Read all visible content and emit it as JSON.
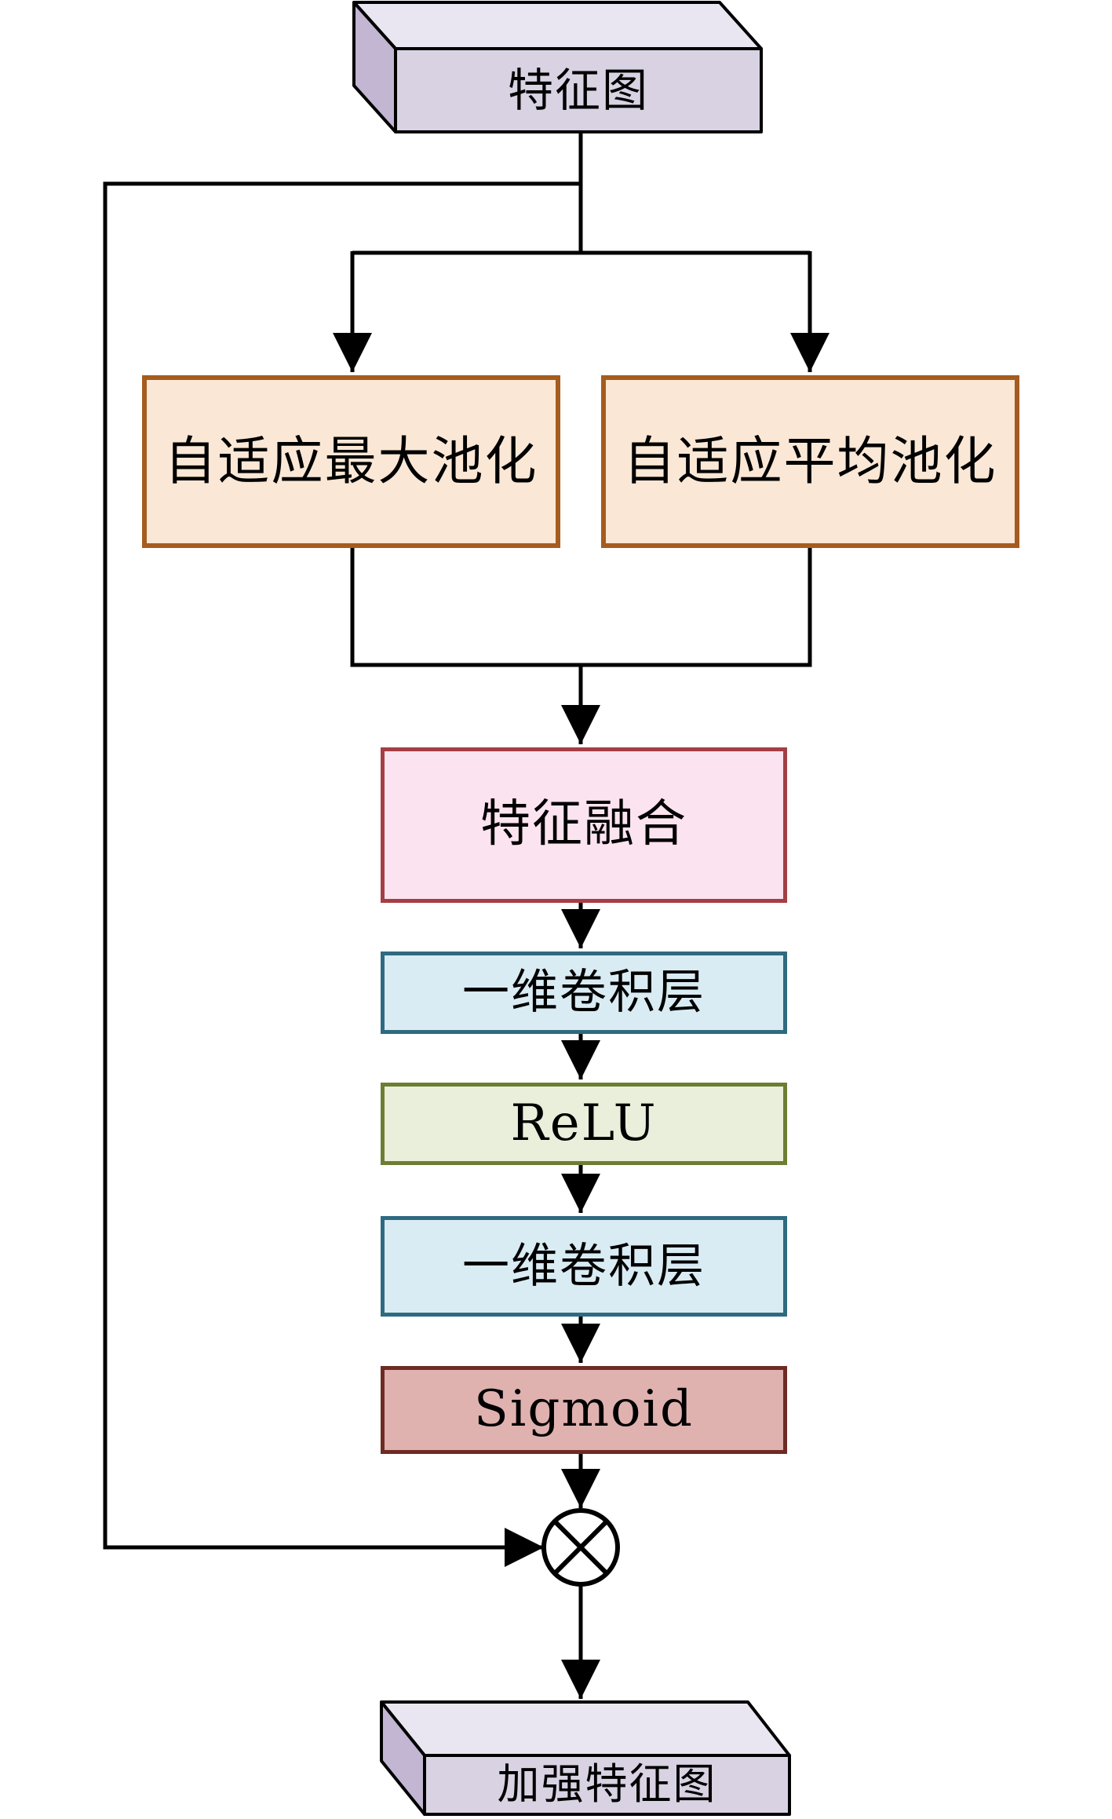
{
  "figure": {
    "type": "flowchart",
    "nodes": {
      "feature_map": "特征图",
      "adaptive_max_pool": "自适应最大池化",
      "adaptive_avg_pool": "自适应平均池化",
      "feature_fusion": "特征融合",
      "conv1d_first": "一维卷积层",
      "relu": "ReLU",
      "conv1d_second": "一维卷积层",
      "sigmoid": "Sigmoid",
      "enhanced_feature_map": "加强特征图"
    },
    "operator": {
      "multiply_symbol": "⊗"
    },
    "colors": {
      "cuboid_front": "#d9d2e3",
      "cuboid_top": "#eae6f1",
      "cuboid_side": "#c2b6d2",
      "pool_fill": "#fae7d5",
      "pool_border": "#a55c1e",
      "fusion_fill": "#fbe3f0",
      "fusion_border": "#a33f44",
      "conv_fill": "#d9ebf3",
      "conv_border": "#2e6a80",
      "relu_fill": "#e9efda",
      "relu_border": "#6c7e33",
      "sigmoid_fill": "#dfb2b0",
      "sigmoid_border": "#6e2b23",
      "line": "#000000",
      "background": "#ffffff"
    }
  }
}
